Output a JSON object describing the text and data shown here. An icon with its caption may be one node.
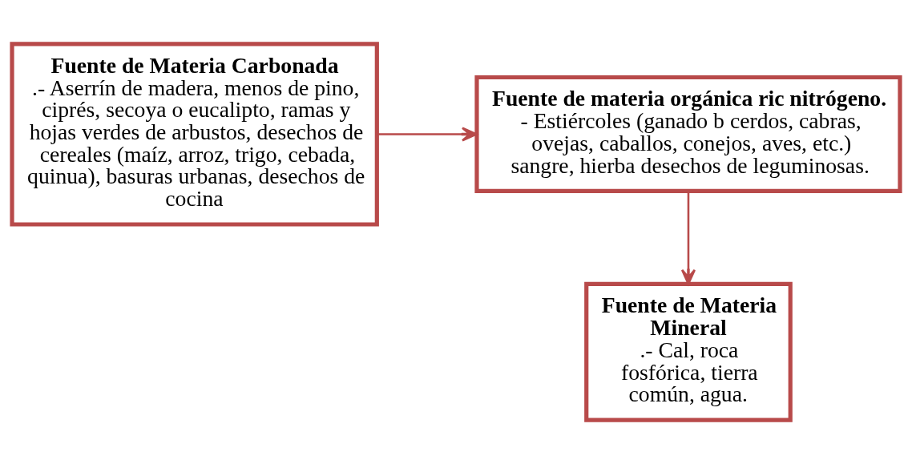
{
  "diagram": {
    "nodes": [
      {
        "text": [
          "Fuente de Materia Carbonada",
          ".- Aserrín de madera, menos de pino, ciprés, secoya o eucalipto, ramas y hojas verdes de arbustos, desechos de cereales (maíz, arroz, trigo, cebada, quinua), basuras urbanas, desechos de cocina"
        ]
      },
      {
        "text": [
          "Fuente de materia orgánica ric nitrógeno.",
          "- Estiércoles (ganado b cerdos, cabras, ovejas, caballos, conejos, aves, etc.) sangre, hierba desechos de leguminosas."
        ]
      },
      {
        "text": [
          "Fuente de Materia Mineral",
          ".- Cal, roca fosfórica, tierra común, agua."
        ]
      }
    ],
    "edges": [
      {
        "from": 0,
        "to": 1,
        "arrow": "to"
      },
      {
        "from": 1,
        "to": 2,
        "arrow": "to"
      }
    ]
  }
}
